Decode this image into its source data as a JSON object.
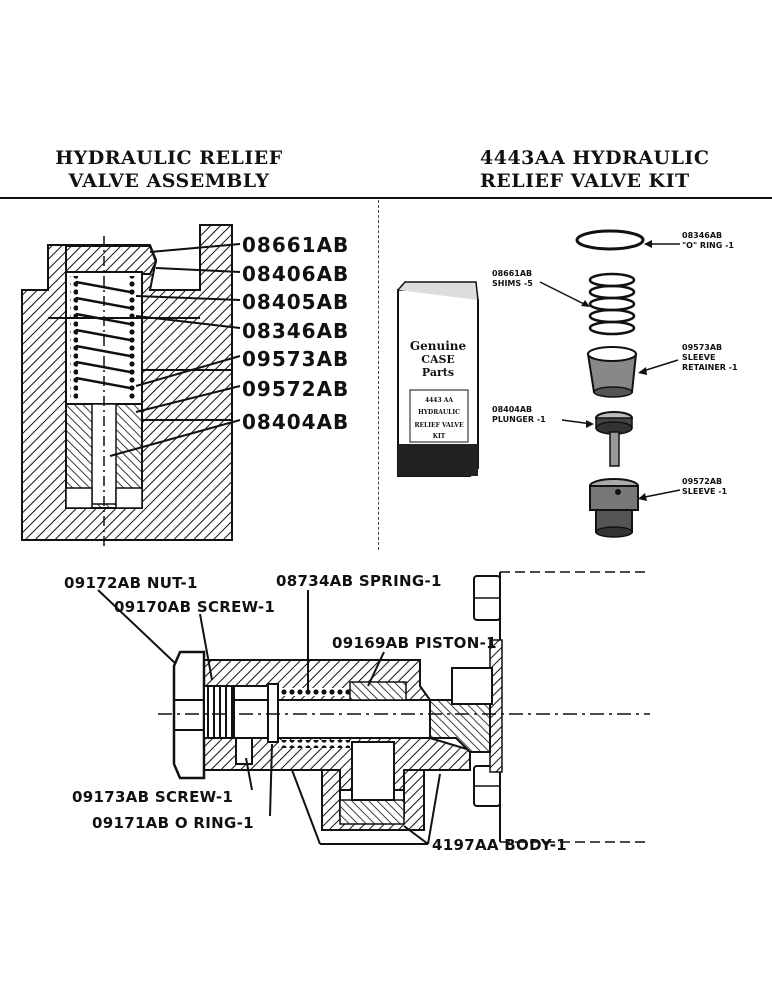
{
  "left_title": {
    "line1": "HYDRAULIC RELIEF",
    "line2": "VALVE ASSEMBLY"
  },
  "right_title": {
    "line1": "4443AA HYDRAULIC",
    "line2": "RELIEF VALVE KIT"
  },
  "assembly_callouts": [
    "08661AB",
    "08406AB",
    "08405AB",
    "08346AB",
    "09573AB",
    "09572AB",
    "08404AB"
  ],
  "kit_box": {
    "brand_line1": "Genuine",
    "brand_line2": "CASE",
    "brand_line3": "Parts",
    "label_line1": "4443 AA",
    "label_line2": "HYDRAULIC",
    "label_line3": "RELIEF VALVE",
    "label_line4": "KIT"
  },
  "kit_parts": {
    "oring": {
      "line1": "08346AB",
      "line2": "\"O\" RING -1"
    },
    "shims": {
      "line1": "08661AB",
      "line2": "SHIMS -5"
    },
    "sleeve_retainer": {
      "line1": "09573AB",
      "line2": "SLEEVE",
      "line3": "RETAINER -1"
    },
    "plunger": {
      "line1": "08404AB",
      "line2": "PLUNGER -1"
    },
    "sleeve": {
      "line1": "09572AB",
      "line2": "SLEEVE -1"
    }
  },
  "bottom_callouts": {
    "nut": "09172AB NUT-1",
    "screw": "09170AB SCREW-1",
    "spring": "08734AB SPRING-1",
    "piston": "09169AB PISTON-1",
    "screw2": "09173AB SCREW-1",
    "oring": "09171AB O RING-1",
    "body": "4197AA BODY-1"
  }
}
